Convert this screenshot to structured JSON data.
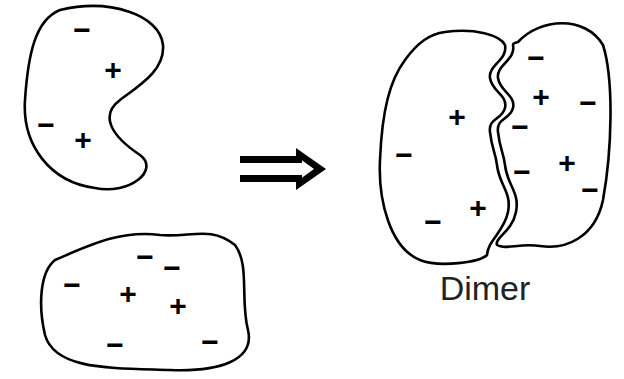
{
  "diagram": {
    "nodes": [
      {
        "text": [
          "−",
          "+",
          "−",
          "+"
        ]
      },
      {
        "text": [
          "−",
          "−",
          "−",
          "+",
          "+",
          "−",
          "−"
        ]
      },
      {
        "text": [
          "Dimer"
        ]
      },
      {
        "text": [
          "+",
          "−",
          "+",
          "−"
        ],
        "in": 2
      },
      {
        "text": [
          "−",
          "+",
          "−",
          "−",
          "+",
          "−",
          "−"
        ],
        "in": 2
      }
    ]
  }
}
